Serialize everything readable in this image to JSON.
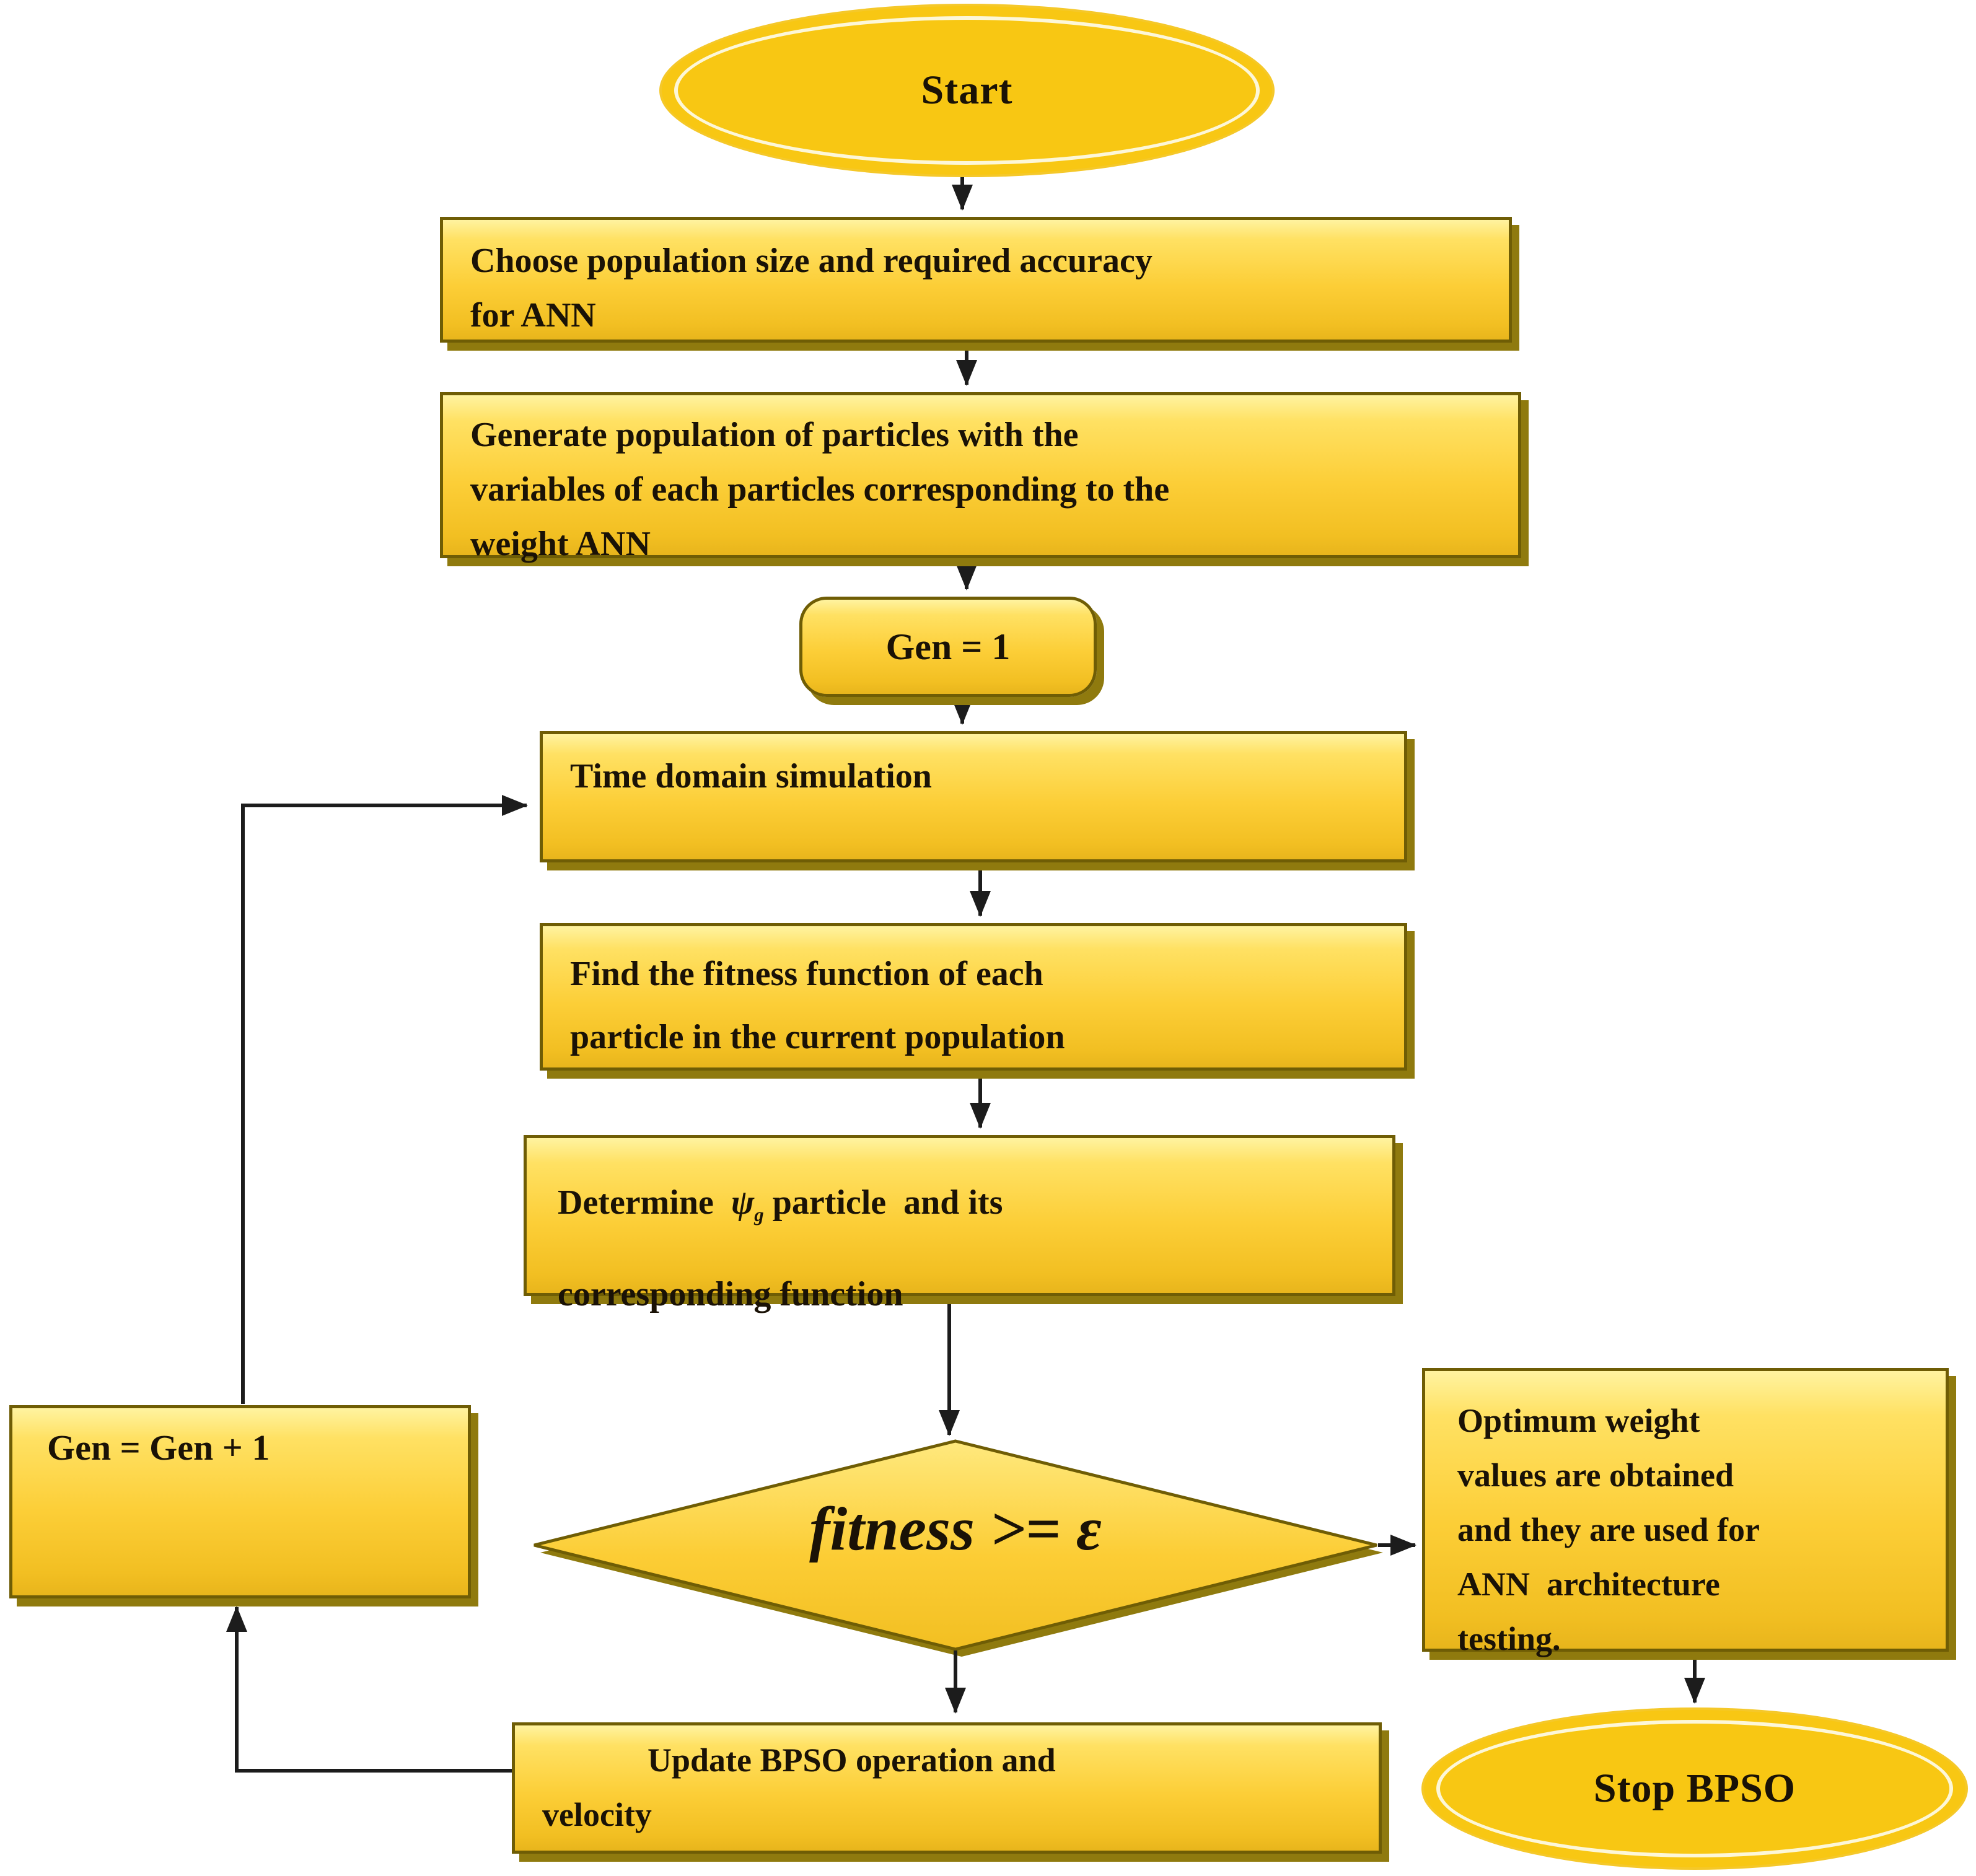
{
  "colors": {
    "background": "#ffffff",
    "node_gold": "#fcce37",
    "node_gold_light": "#fff3a0",
    "node_border": "#6f5d05",
    "node_shadow": "#8f7a0e",
    "ellipse_fill": "#f8c713",
    "ellipse_ring": "#fdf7d8",
    "connector": "#1c1c1c",
    "text": "#1a1206"
  },
  "nodes": {
    "start": {
      "label": "Start"
    },
    "choose": {
      "lines": [
        "Choose population size and required accuracy",
        "for ANN"
      ]
    },
    "generate": {
      "lines": [
        "Generate population of particles with the",
        "variables of each particles corresponding to the",
        "weight ANN"
      ]
    },
    "gen1": {
      "label": "Gen = 1"
    },
    "time": {
      "label": "Time domain simulation"
    },
    "find": {
      "lines": [
        "Find the fitness function of each",
        "particle in the current population"
      ]
    },
    "determine": {
      "line1_prefix": "Determine  ",
      "psi": "ψ",
      "psi_sub": "g",
      "line1_suffix": " particle  and its",
      "line2": "corresponding function"
    },
    "decision": {
      "text": "fitness >= ε"
    },
    "optimum": {
      "lines": [
        "Optimum weight",
        "values are obtained",
        "and they are used for",
        "ANN  architecture",
        "testing."
      ]
    },
    "stop": {
      "label": "Stop BPSO"
    },
    "update": {
      "lines": [
        "Update BPSO operation and",
        "velocity"
      ]
    },
    "increment": {
      "label": "Gen = Gen + 1"
    }
  }
}
